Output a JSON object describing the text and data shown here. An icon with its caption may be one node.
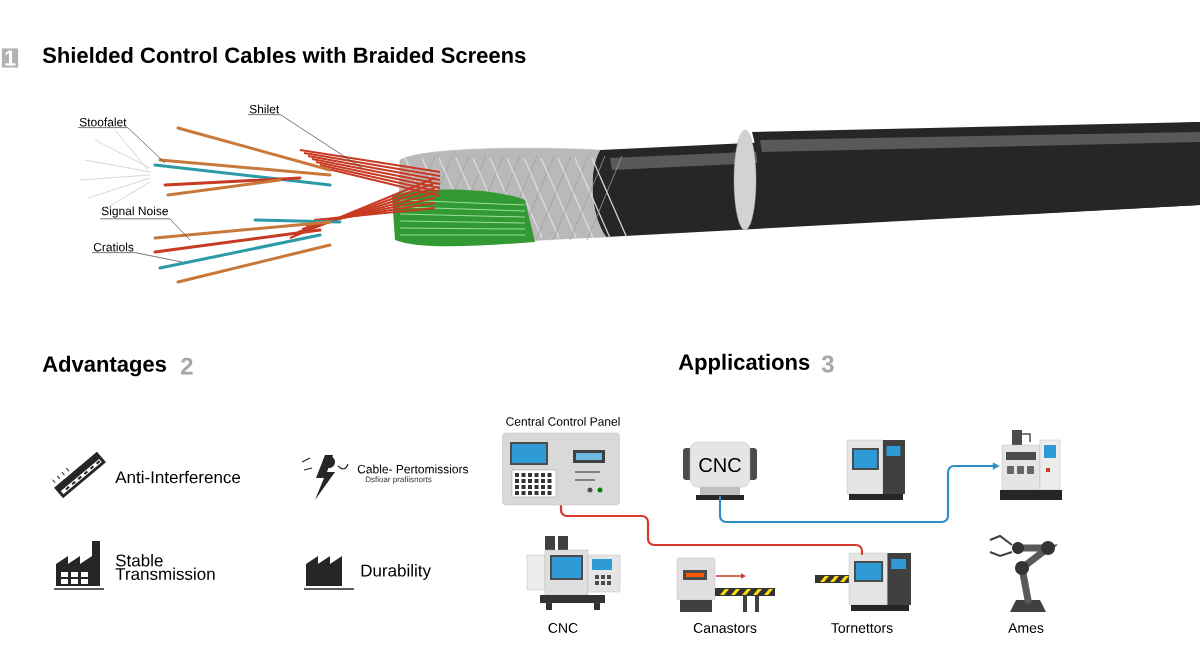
{
  "diagram": {
    "title": "Shielded Control Cables with Braided Screens",
    "nodes": [
      {
        "text": [
          "Central Control Panel"
        ]
      },
      {
        "text": [
          "CNC"
        ]
      },
      {
        "text": [],
        "shape": "picture"
      },
      {
        "text": [],
        "shape": "picture"
      },
      {
        "text": [
          "CNC"
        ]
      },
      {
        "text": [
          "Canastors"
        ]
      },
      {
        "text": [
          "Tornettors"
        ]
      },
      {
        "text": [
          "Ames"
        ]
      },
      {
        "text": [
          "Stoofalet"
        ]
      },
      {
        "text": [
          "Shilet"
        ]
      },
      {
        "text": [
          "Signal Noise"
        ]
      },
      {
        "text": [
          "Cratiols"
        ]
      }
    ],
    "edges": [
      {
        "from": 0,
        "to": 6,
        "arrow": "none",
        "color": "#d63a2f"
      },
      {
        "from": 1,
        "to": 3,
        "arrow": "to",
        "color": "#2f8fc8"
      },
      {
        "from": 8,
        "to": null,
        "arrow": "none"
      },
      {
        "from": 9,
        "to": null,
        "arrow": "none"
      },
      {
        "from": 10,
        "to": null,
        "arrow": "none"
      },
      {
        "from": 11,
        "to": null,
        "arrow": "none"
      }
    ],
    "labels": [
      "1",
      "Advantages",
      "2",
      "Applications",
      "3",
      "Anti-Interference",
      "Cable- Pertomissiors",
      "Dsfioar prafiisnorts",
      "Stable Transmission",
      "Durability"
    ]
  }
}
